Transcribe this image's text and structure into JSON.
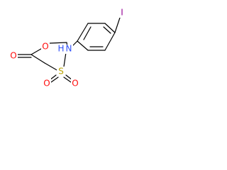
{
  "atoms": {
    "oxygen_ester": "O",
    "oxygen_carbonyl": "O",
    "sulfur": "S",
    "sulfonyl_oxygen_left": "O",
    "sulfonyl_oxygen_right": "O",
    "nitrogen": "N",
    "hydrogen": "H",
    "iodine": "I"
  },
  "colors": {
    "oxygen": "#ff0d0d",
    "sulfur": "#b8a200",
    "nitrogen": "#3050f8",
    "hydrogen": "#3050f8",
    "iodine": "#940094",
    "bond": "#000000"
  }
}
